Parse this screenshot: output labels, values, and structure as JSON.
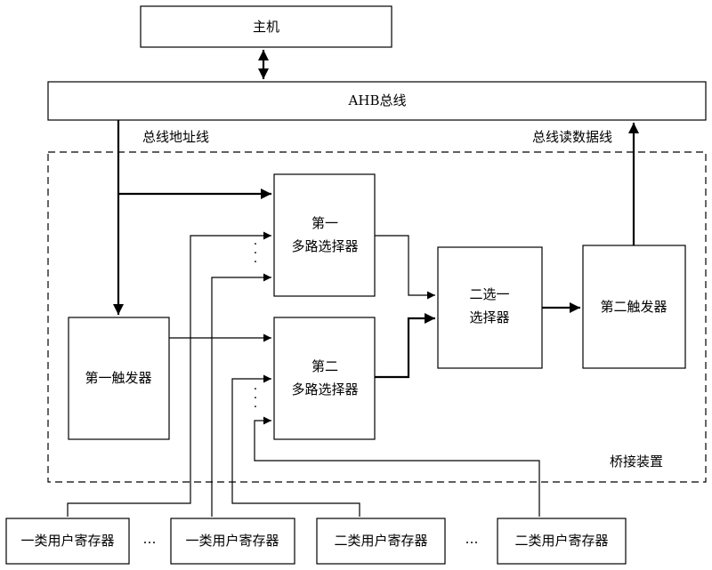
{
  "host": {
    "label": "主机"
  },
  "bus": {
    "label": "AHB总线",
    "address_line_label": "总线地址线",
    "read_data_line_label": "总线读数据线"
  },
  "bridge": {
    "label": "桥接装置"
  },
  "mux1": {
    "line1": "第一",
    "line2": "多路选择器"
  },
  "mux2": {
    "line1": "第二",
    "line2": "多路选择器"
  },
  "sel2to1": {
    "line1": "二选一",
    "line2": "选择器"
  },
  "flipflop1": {
    "label": "第一触发器"
  },
  "flipflop2": {
    "label": "第二触发器"
  },
  "registers": [
    {
      "label": "一类用户寄存器"
    },
    {
      "label": "一类用户寄存器"
    },
    {
      "label": "二类用户寄存器"
    },
    {
      "label": "二类用户寄存器"
    }
  ],
  "ellipsis": "…",
  "vdots": "·"
}
